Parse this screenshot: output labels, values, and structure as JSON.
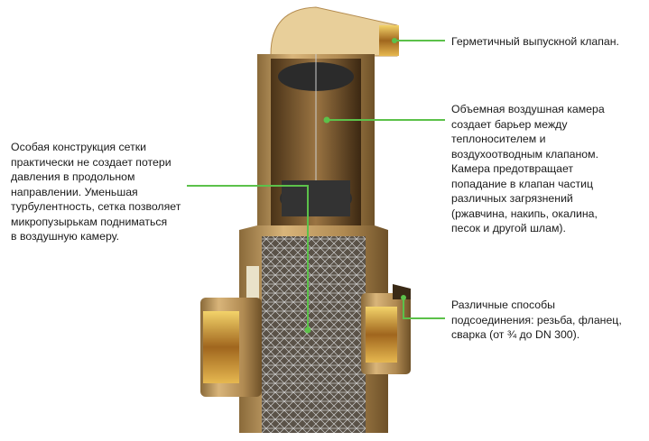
{
  "callouts": {
    "outlet_valve": "Герметичный выпускной клапан.",
    "air_chamber": "Объемная воздушная камера\nсоздает барьер между\nтеплоносителем и\nвоздухоотводным клапаном.\nКамера предотвращает\nпопадание в клапан частиц\nразличных загрязнений\n(ржавчина, накипь, окалина,\nпесок и другой шлам).",
    "mesh": "Особая конструкция сетки\nпрактически не создает потери\nдавления в продольном\nнаправлении. Уменьшая\nтурбулентность, сетка позволяет\nмикропузырькам подниматься\nв воздушную камеру.",
    "connections": "Различные способы\nподсоединения: резьба, фланец,\nсварка (от ¾ до DN 300)."
  },
  "colors": {
    "leader": "#5cc14a",
    "brass": "#c9a46a",
    "background": "#ffffff"
  }
}
